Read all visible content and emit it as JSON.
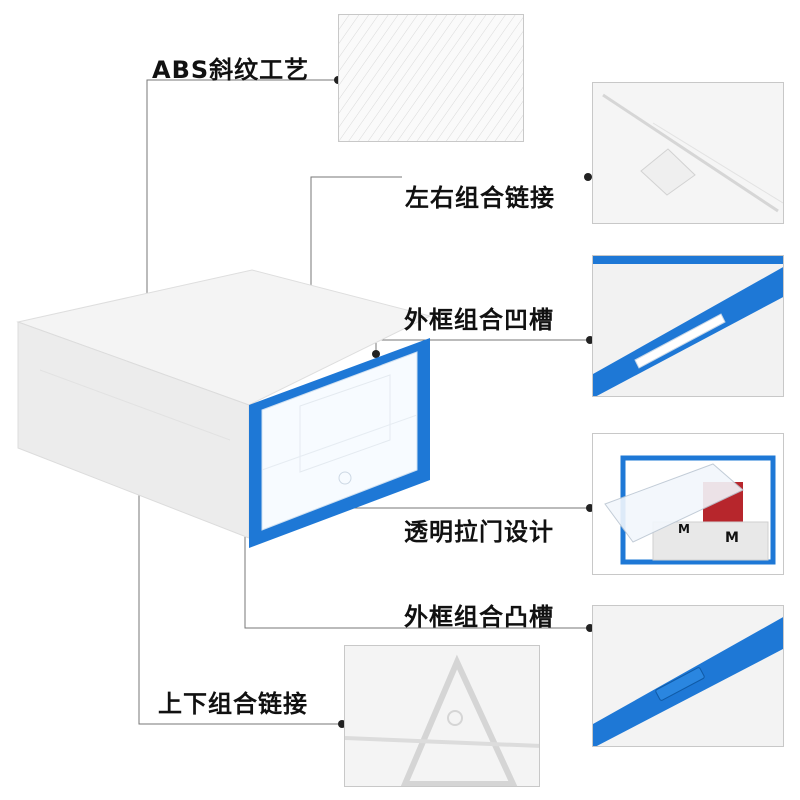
{
  "labels": {
    "abs_texture": "ABS斜纹工艺",
    "side_link": "左右组合链接",
    "frame_groove": "外框组合凹槽",
    "door_design": "透明拉门设计",
    "frame_tongue": "外框组合凸槽",
    "stack_link": "上下组合链接"
  },
  "photo_marks": {
    "m_left": "M",
    "m_right": "M"
  },
  "colors": {
    "frame_blue": "#1e78d6",
    "callout_line": "#555555",
    "label_text": "#111111"
  }
}
